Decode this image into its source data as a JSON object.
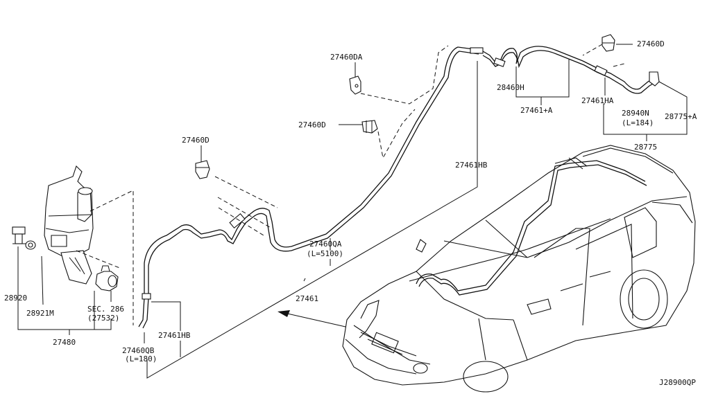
{
  "diagram_code": "J28900QP",
  "labels": {
    "p27460DA": "27460DA",
    "p27460D_mid": "27460D",
    "p27460D_left": "27460D",
    "p27460D_right": "27460D",
    "p27461HB_top": "27461HB",
    "p28460H": "28460H",
    "p27461A": "27461+A",
    "p27461HA": "27461HA",
    "p28940N": "28940N",
    "p28940N_len": "(L=184)",
    "p28775A": "28775+A",
    "p28775": "28775",
    "p27460QA": "27460QA",
    "p27460QA_len": "(L=5100)",
    "p27461": "27461",
    "p28920": "28920",
    "p28921M": "28921M",
    "p27480": "27480",
    "pSEC": "SEC. 286",
    "pSEC_sub": "(27532)",
    "p27461HB_bot": "27461HB",
    "p27460QB": "27460QB",
    "p27460QB_len": "(L=180)"
  }
}
